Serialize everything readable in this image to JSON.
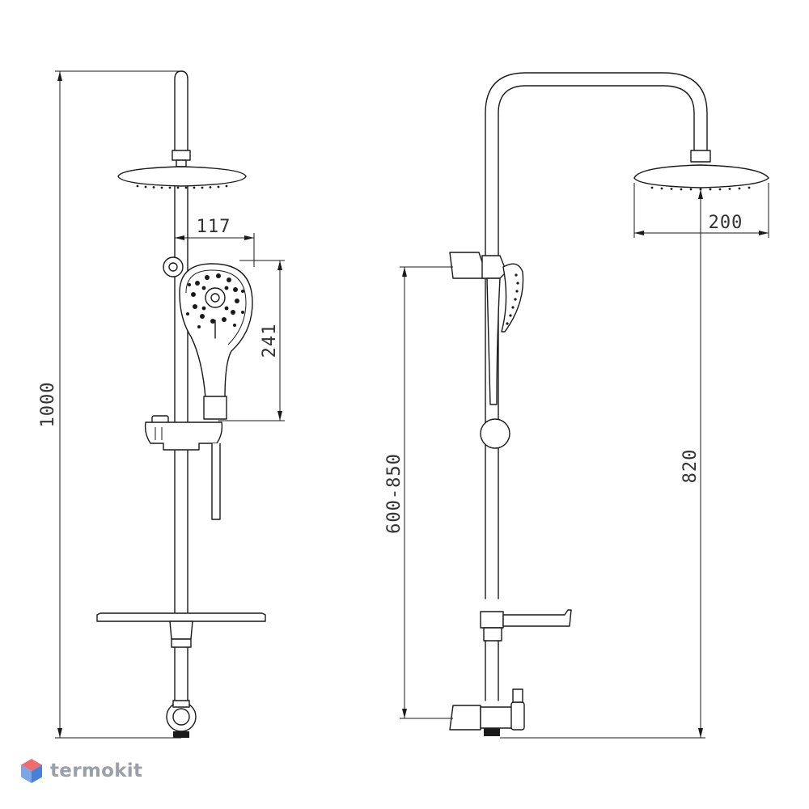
{
  "dimensions": {
    "total_height": "1000",
    "hand_shower_reach": "117",
    "hand_shower_length": "241",
    "holder_height_range": "600-850",
    "rain_head_diameter": "200",
    "outlet_height": "820"
  },
  "brand": {
    "name": "termokit",
    "icon": "hexagon-cube-icon",
    "colors": {
      "top": "#f06b6b",
      "left": "#7aa6e8",
      "right": "#4a7fd6"
    }
  },
  "colors": {
    "line": "#1a1a1a",
    "dimension_text": "#333333"
  }
}
